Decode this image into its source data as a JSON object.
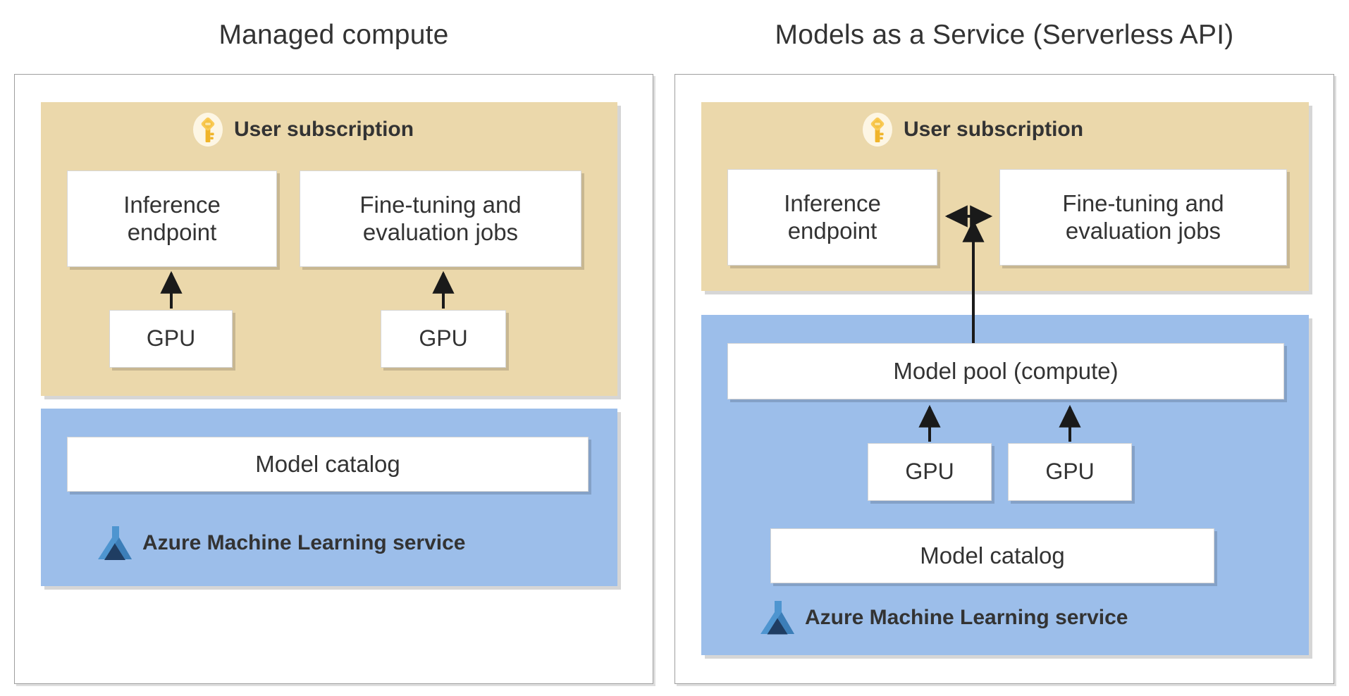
{
  "diagram": {
    "panels": [
      {
        "id": "managed-compute",
        "title": "Managed compute",
        "groups": [
          {
            "id": "user-subscription",
            "label": "User subscription",
            "icon": "key-icon",
            "color": "#EBD8AB",
            "cards": [
              {
                "id": "inference-endpoint",
                "label": "Inference endpoint"
              },
              {
                "id": "fine-tuning-jobs",
                "label": "Fine-tuning and evaluation jobs"
              },
              {
                "id": "gpu-1",
                "label": "GPU"
              },
              {
                "id": "gpu-2",
                "label": "GPU"
              }
            ]
          },
          {
            "id": "azure-ml-service",
            "label": "Azure Machine Learning service",
            "icon": "azure-ml-flask-icon",
            "color": "#9CBEEA",
            "cards": [
              {
                "id": "model-catalog",
                "label": "Model catalog"
              }
            ]
          }
        ]
      },
      {
        "id": "models-as-a-service",
        "title": "Models as a Service (Serverless API)",
        "groups": [
          {
            "id": "user-subscription",
            "label": "User subscription",
            "icon": "key-icon",
            "color": "#EBD8AB",
            "cards": [
              {
                "id": "inference-endpoint",
                "label": "Inference endpoint"
              },
              {
                "id": "fine-tuning-jobs",
                "label": "Fine-tuning and evaluation jobs"
              }
            ]
          },
          {
            "id": "azure-ml-service",
            "label": "Azure Machine Learning service",
            "icon": "azure-ml-flask-icon",
            "color": "#9CBEEA",
            "cards": [
              {
                "id": "model-pool",
                "label": "Model pool (compute)"
              },
              {
                "id": "gpu-1",
                "label": "GPU"
              },
              {
                "id": "gpu-2",
                "label": "GPU"
              },
              {
                "id": "model-catalog",
                "label": "Model catalog"
              }
            ]
          }
        ]
      }
    ],
    "labels": {
      "managed_compute_title": "Managed compute",
      "maas_title": "Models as a Service (Serverless API)",
      "user_subscription": "User subscription",
      "azure_ml_service": "Azure Machine Learning service",
      "inference_endpoint": "Inference\nendpoint",
      "inference_endpoint_line1": "Inference",
      "inference_endpoint_line2": "endpoint",
      "fine_tuning_line1": "Fine-tuning and",
      "fine_tuning_line2": "evaluation jobs",
      "gpu": "GPU",
      "model_catalog": "Model catalog",
      "model_pool": "Model pool (compute)"
    },
    "colors": {
      "subscription_beige": "#EBD8AB",
      "azure_blue": "#9CBEEA",
      "panel_border": "#9e9e9e",
      "card_white": "#ffffff",
      "text_dark": "#333333",
      "arrow_black": "#1a1a1a",
      "key_gold": "#F5C243",
      "key_oval_cream": "#FDF6E4",
      "azure_icon_light_blue": "#4E95D0",
      "azure_icon_dark_blue": "#1F3D62"
    },
    "arrows": [
      {
        "id": "left-gpu1-to-inference",
        "direction": "up"
      },
      {
        "id": "left-gpu2-to-finetune",
        "direction": "up"
      },
      {
        "id": "right-inference-finetune",
        "direction": "bidirectional-horizontal"
      },
      {
        "id": "right-pool-to-subscription",
        "direction": "up"
      },
      {
        "id": "right-gpu1-to-pool",
        "direction": "up"
      },
      {
        "id": "right-gpu2-to-pool",
        "direction": "up"
      }
    ]
  }
}
